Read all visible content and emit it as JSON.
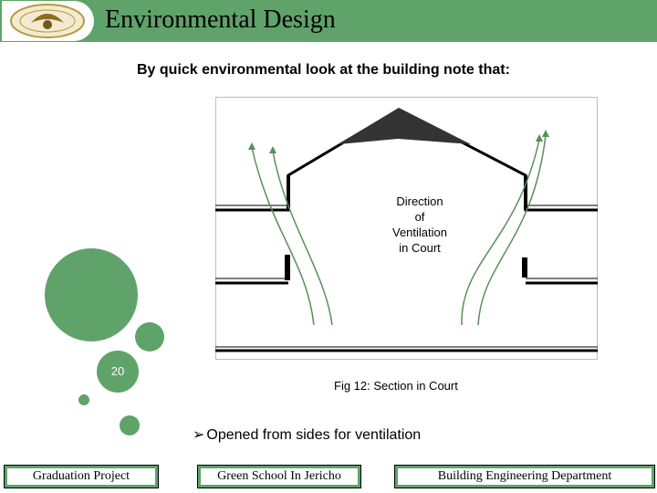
{
  "slide": {
    "title": "Environmental Design",
    "subtitle": "By quick environmental look at the building note that:",
    "figure_label": "Direction\nof\nVentilation\nin Court",
    "figure_caption": "Fig 12: Section in Court",
    "bullet_text": "Opened from sides for ventilation",
    "page_number": "20"
  },
  "footer": {
    "left": "Graduation Project",
    "center": "Green School In Jericho",
    "right": "Building Engineering Department"
  },
  "colors": {
    "accent": "#5fa36a",
    "arrow": "#5a8f5a"
  },
  "icons": {
    "logo": "university-seal-icon",
    "bullet": "arrow-bullet-icon"
  }
}
